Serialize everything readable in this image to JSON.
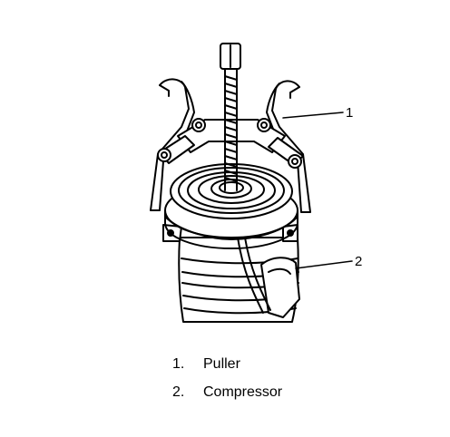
{
  "callouts": [
    {
      "number": "1"
    },
    {
      "number": "2"
    }
  ],
  "legend": [
    {
      "number": "1.",
      "label": "Puller"
    },
    {
      "number": "2.",
      "label": "Compressor"
    }
  ],
  "colors": {
    "line": "#000000",
    "background": "#ffffff"
  }
}
